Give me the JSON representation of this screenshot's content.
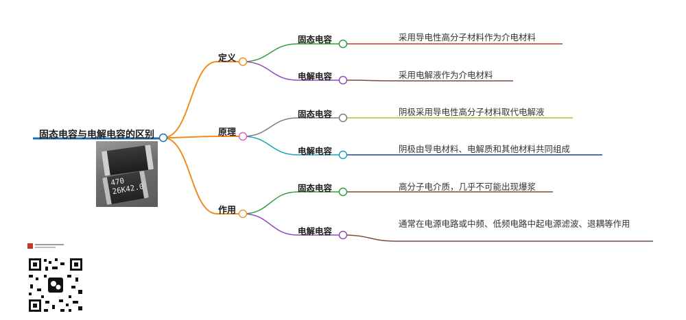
{
  "root": {
    "label": "固态电容与电解电容的区别"
  },
  "branches": [
    {
      "label": "定义",
      "children": [
        {
          "label": "固态电容",
          "leaf": "采用导电性高分子材料作为介电材料"
        },
        {
          "label": "电解电容",
          "leaf": "采用电解液作为介电材料"
        }
      ]
    },
    {
      "label": "原理",
      "children": [
        {
          "label": "固态电容",
          "leaf": "阴极采用导电性高分子材料取代电解液"
        },
        {
          "label": "电解电容",
          "leaf": "阴极由导电材料、电解质和其他材料共同组成"
        }
      ]
    },
    {
      "label": "作用",
      "children": [
        {
          "label": "固态电容",
          "leaf": "高分子电介质，几乎不可能出现爆浆"
        },
        {
          "label": "电解电容",
          "leaf": "通常在电源电路或中频、低频电路中起电源滤波、退耦等作用"
        }
      ]
    }
  ],
  "image": {
    "cap_marking_line1": "470",
    "cap_marking_line2": "26K42.0"
  },
  "colors": {
    "root_line": "#1f6fb3",
    "branch_line": "#f28a1e",
    "sub_lines": [
      "#2e9e3a",
      "#8e4bb8",
      "#7a7a7a",
      "#1aa3b8",
      "#2e9e3a",
      "#8e4bb8"
    ],
    "leaf_lines": [
      "#c0392b",
      "#7a4a3a",
      "#b5b82a",
      "#1f3f9b",
      "#7a4a3a",
      "#7a4a3a"
    ]
  }
}
